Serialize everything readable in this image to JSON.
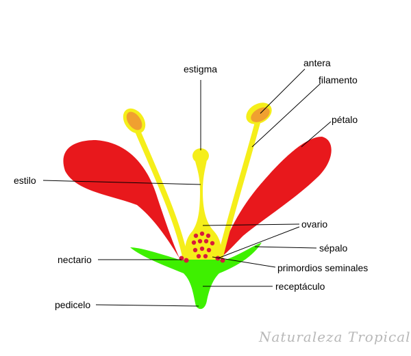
{
  "diagram": {
    "labels": {
      "estigma": "estigma",
      "antera": "antera",
      "filamento": "filamento",
      "petalo": "pétalo",
      "estilo": "estilo",
      "ovario": "ovario",
      "sepalo": "sépalo",
      "nectario": "nectario",
      "primordios": "primordios seminales",
      "receptaculo": "receptáculo",
      "pedicelo": "pedicelo"
    },
    "colors": {
      "petal": "#e8181c",
      "yellow": "#f5ee1a",
      "anther": "#f0a030",
      "green": "#3ef000",
      "ovule": "#d81a3a"
    }
  },
  "watermark": "Naturaleza Tropical"
}
